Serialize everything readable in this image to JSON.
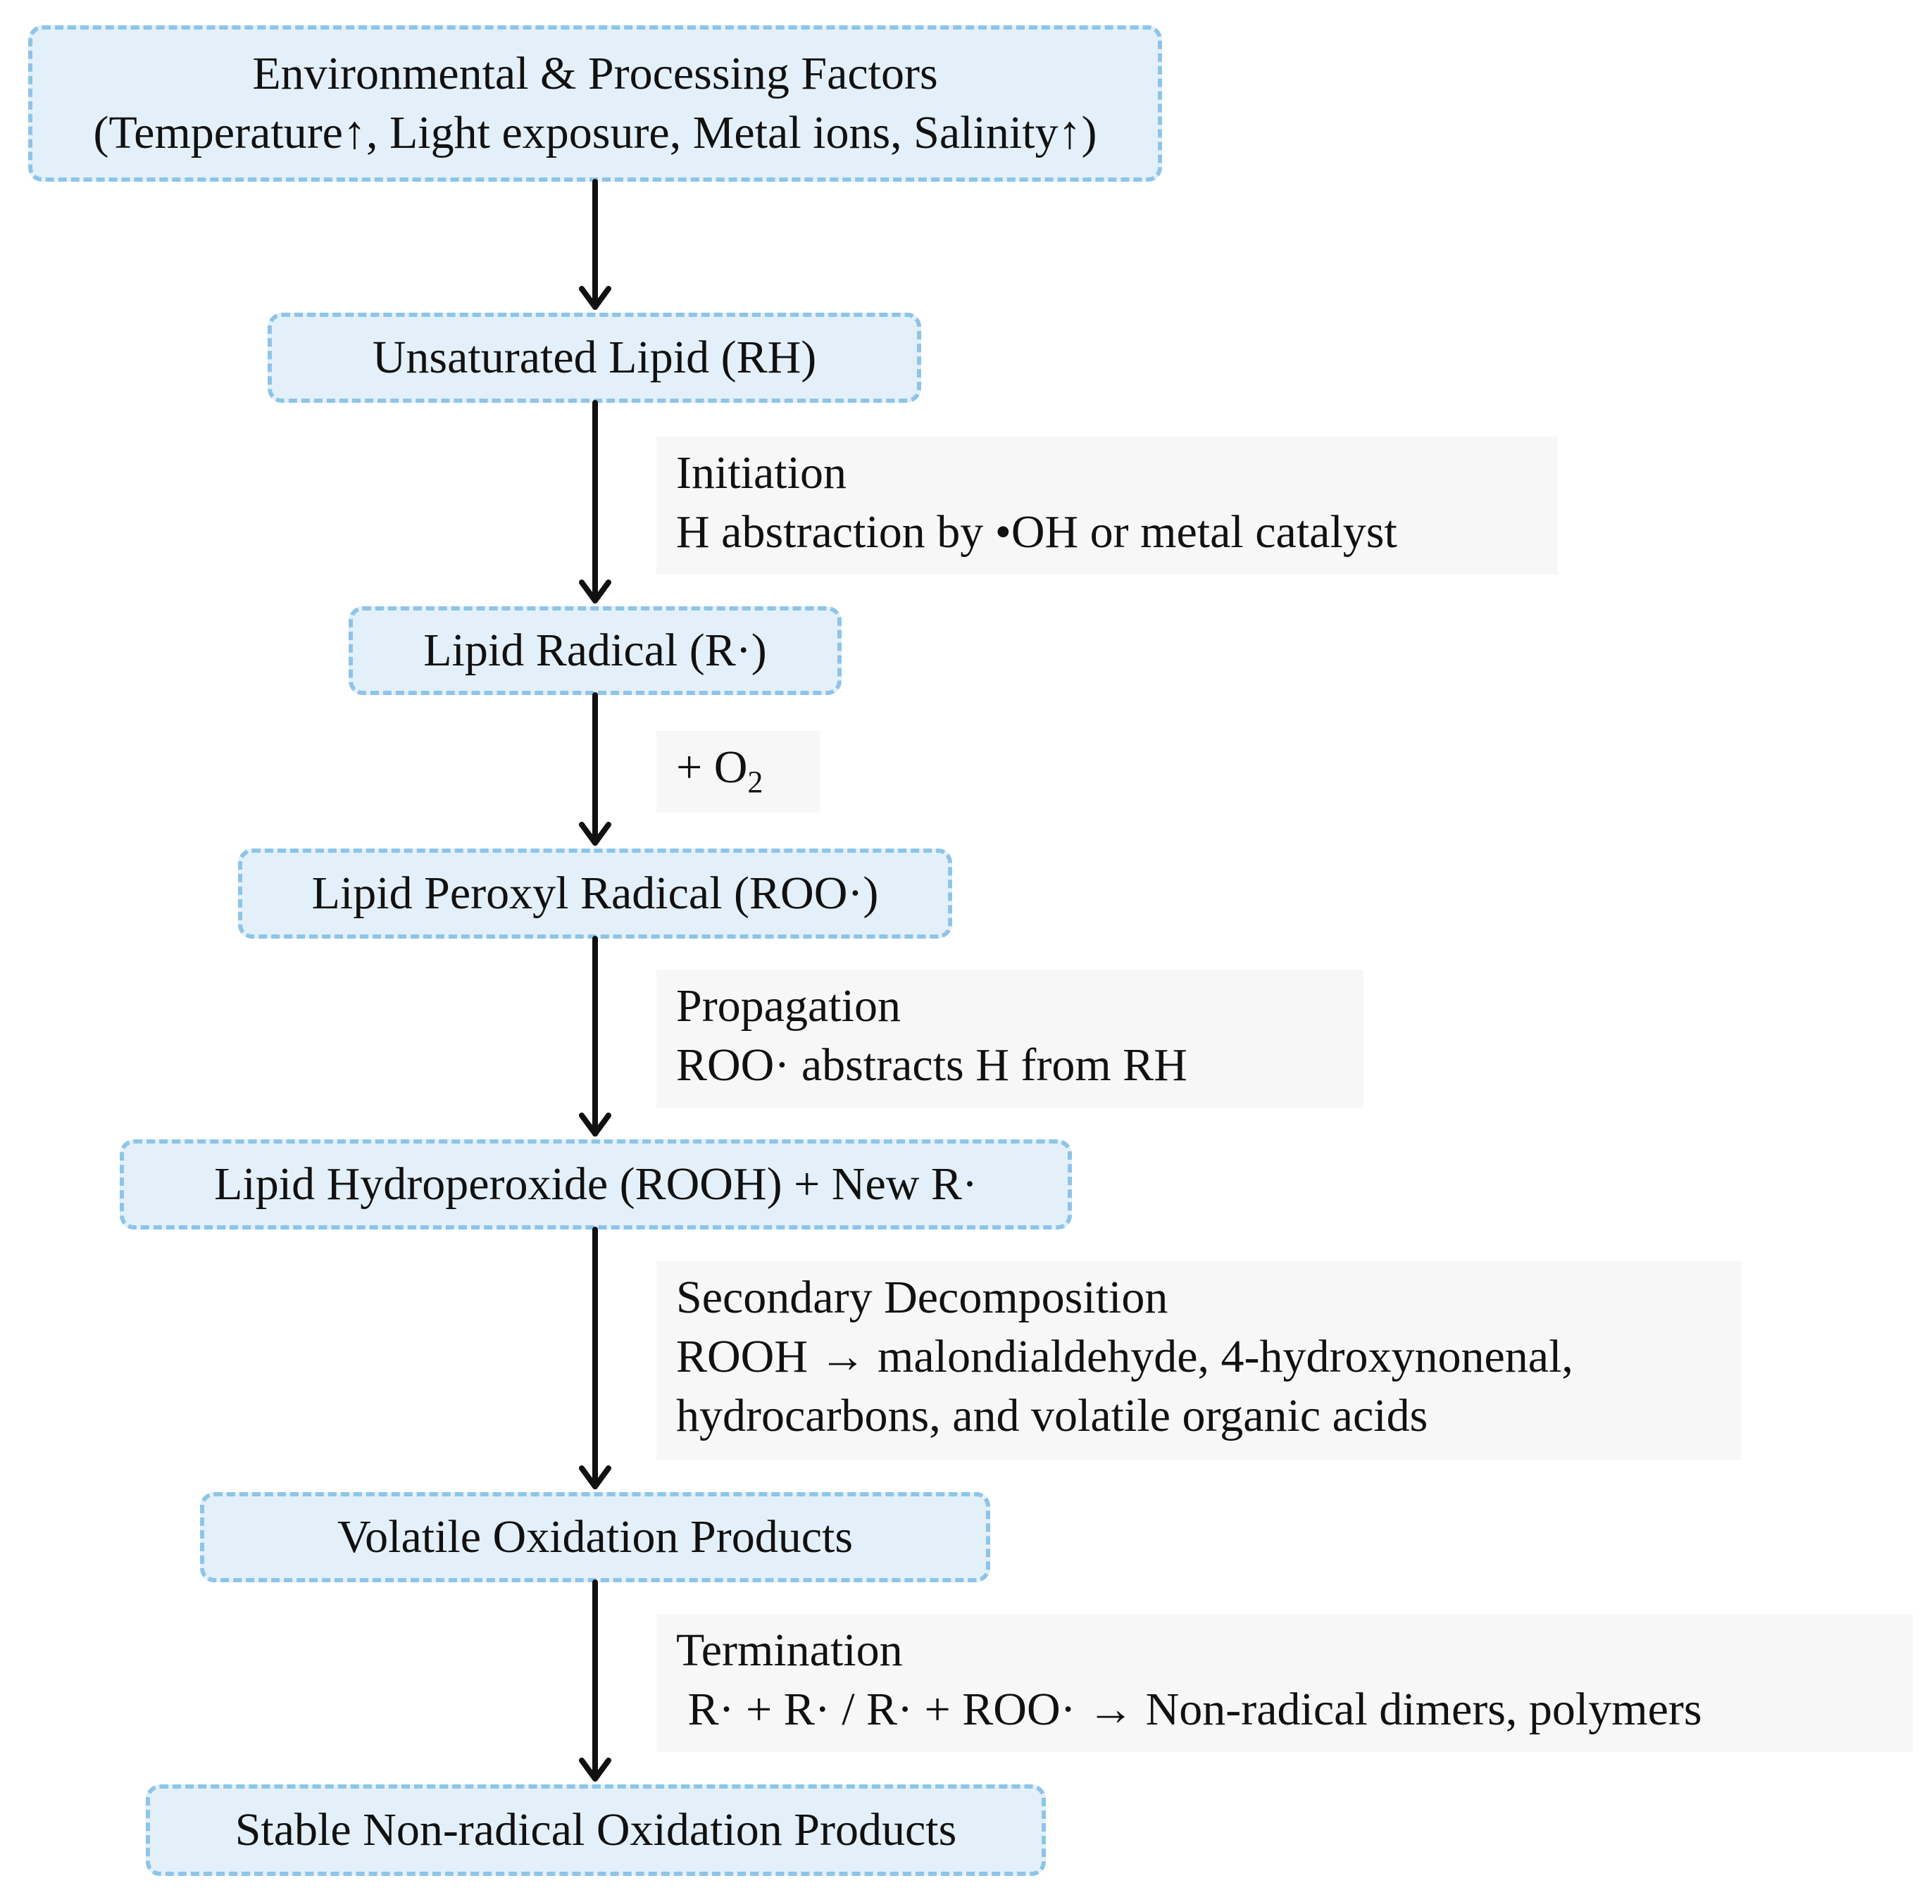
{
  "nodes": {
    "factors": {
      "line1": "Environmental & Processing Factors",
      "line2": "(Temperature↑, Light exposure, Metal ions, Salinity↑)"
    },
    "unsaturated_lipid": "Unsaturated Lipid (RH)",
    "lipid_radical": "Lipid Radical (R·)",
    "peroxyl_radical": "Lipid Peroxyl Radical (ROO·)",
    "hydroperoxide": "Lipid Hydroperoxide (ROOH) + New R·",
    "volatile_products": "Volatile Oxidation Products",
    "stable_products": "Stable Non-radical Oxidation Products"
  },
  "steps": {
    "initiation": {
      "title": "Initiation",
      "detail": "H abstraction by •OH or metal catalyst"
    },
    "oxygen": {
      "prefix": "+ O",
      "subscript": "2"
    },
    "propagation": {
      "title": "Propagation",
      "detail": "ROO· abstracts H from RH"
    },
    "secondary": {
      "title": "Secondary Decomposition",
      "detail1": "ROOH → malondialdehyde, 4-hydroxynonenal,",
      "detail2": "hydrocarbons, and volatile organic acids"
    },
    "termination": {
      "title": "Termination",
      "detail": " R· + R· / R· + ROO· → Non-radical dimers, polymers"
    }
  },
  "colors": {
    "box_fill": "#e3f0f9",
    "box_border": "#8ec4e8",
    "note_fill": "#f7f7f7",
    "arrow": "#111111"
  }
}
